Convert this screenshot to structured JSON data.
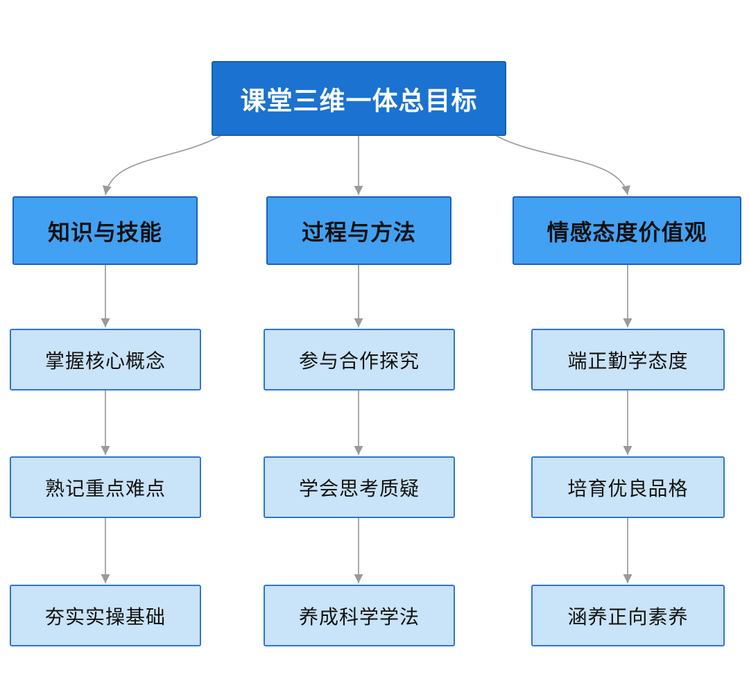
{
  "diagram": {
    "root": {
      "label": "课堂三维一体总目标"
    },
    "branches": [
      {
        "label": "知识与技能",
        "children": [
          "掌握核心概念",
          "熟记重点难点",
          "夯实实操基础"
        ]
      },
      {
        "label": "过程与方法",
        "children": [
          "参与合作探究",
          "学会思考质疑",
          "养成科学学法"
        ]
      },
      {
        "label": "情感态度价值观",
        "children": [
          "端正勤学态度",
          "培育优良品格",
          "涵养正向素养"
        ]
      }
    ]
  },
  "colors": {
    "root_fill": "#1b72d0",
    "root_border": "#1361af",
    "branch_fill": "#42a1f2",
    "branch_border": "#1a5fc0",
    "leaf_fill": "#c9e3f8",
    "leaf_border": "#2f74d2",
    "arrow": "#9a9a9a",
    "text_dark": "#111111",
    "text_light": "#ffffff",
    "canvas_bg": "#ffffff"
  }
}
